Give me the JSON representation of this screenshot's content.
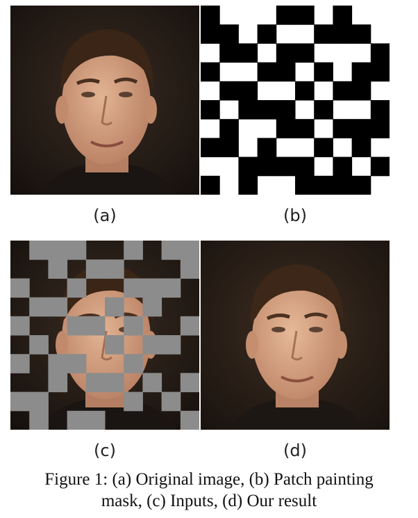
{
  "panels": [
    {
      "id": "a",
      "label": "(a)"
    },
    {
      "id": "b",
      "label": "(b)"
    },
    {
      "id": "c",
      "label": "(c)"
    },
    {
      "id": "d",
      "label": "(d)"
    }
  ],
  "caption": {
    "line1": "Figure 1: (a) Original image, (b) Patch painting",
    "line2": "mask, (c) Inputs, (d) Our result"
  },
  "mask_pattern": [
    "1000110100",
    "1101001110",
    "0110110001",
    "1001101011",
    "0110010110",
    "1011101001",
    "0100110111",
    "1101001010",
    "0011110101",
    "1010011110"
  ],
  "colors": {
    "mask_black": "#000000",
    "mask_white": "#ffffff",
    "masked_gray": "#8c8c8c",
    "background_dark": "#1e1a17",
    "skin": "#d2a080",
    "hair": "#3a2516"
  }
}
